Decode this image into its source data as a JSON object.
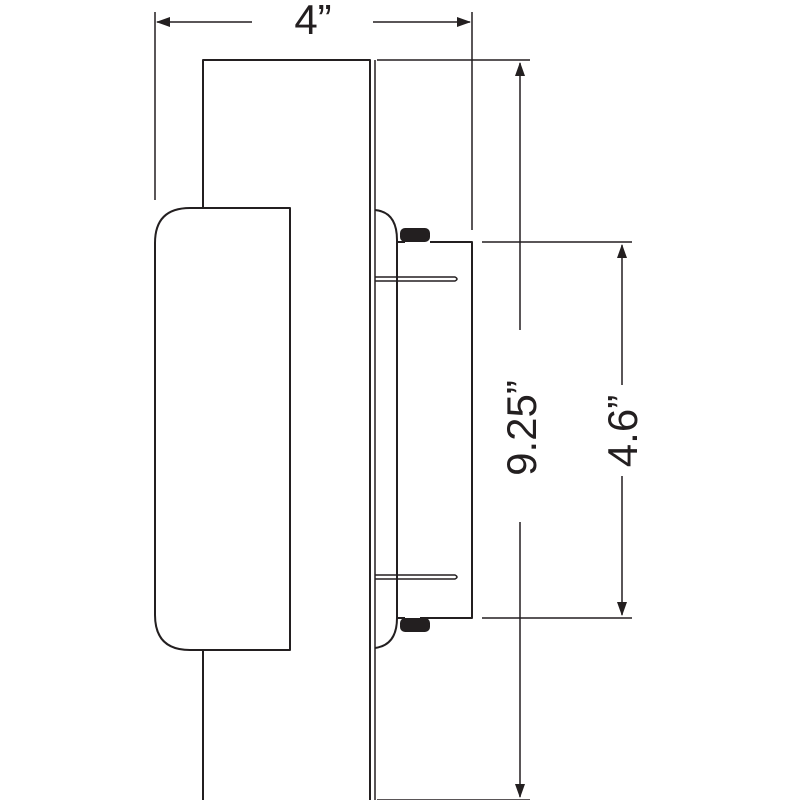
{
  "diagram": {
    "dimensions": {
      "overall_width": "4”",
      "overall_height": "9.25”",
      "bracket_height": "4.6”"
    },
    "colors": {
      "line": "#231f20",
      "background": "#ffffff"
    }
  }
}
